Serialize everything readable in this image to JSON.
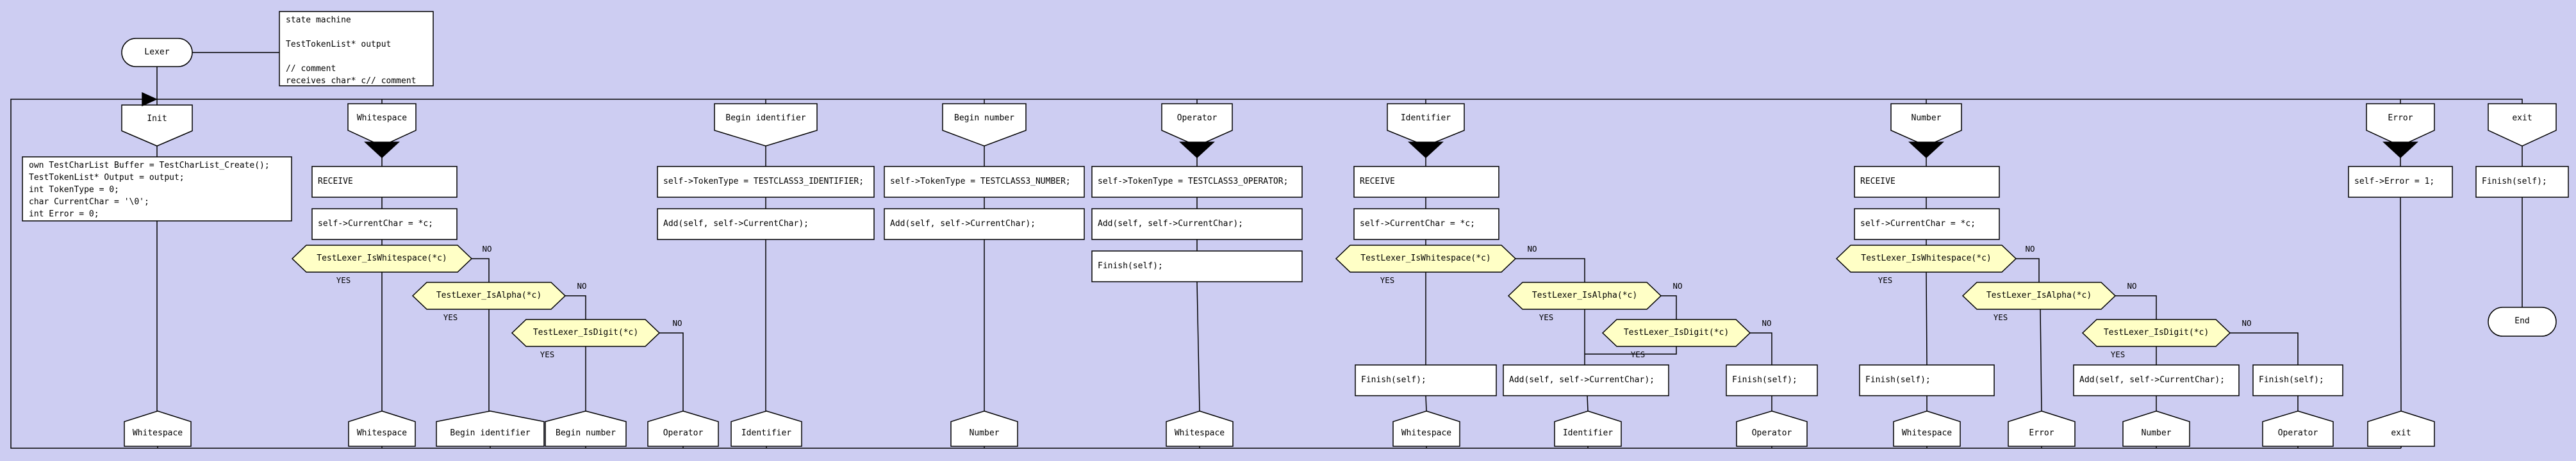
{
  "colors": {
    "background": "#cdcdf2",
    "node_fill": "#ffffff",
    "decision_fill": "#ffffc6",
    "line": "#000000",
    "arrow_fill": "#000000"
  },
  "labels": {
    "yes": "YES",
    "no": "NO"
  },
  "entry": {
    "label": "Lexer"
  },
  "end_node": {
    "label": "End"
  },
  "note": {
    "lines": [
      "state machine",
      "",
      "TestTokenList* output",
      "",
      "// comment",
      "receives char* c// comment"
    ]
  },
  "headers": {
    "init": "Init",
    "whitespace": "Whitespace",
    "begin_identifier": "Begin identifier",
    "begin_number": "Begin number",
    "operator": "Operator",
    "identifier": "Identifier",
    "number": "Number",
    "error": "Error",
    "exit": "exit"
  },
  "actions": {
    "init_code_lines": [
      "own TestCharList Buffer = TestCharList_Create();",
      "TestTokenList* Output = output;",
      "int TokenType = 0;",
      "char CurrentChar = '\\0';",
      "int Error = 0;"
    ],
    "ws_receive": "RECEIVE",
    "ws_set_char": "self->CurrentChar = *c;",
    "bi_set_type": "self->TokenType = TESTCLASS3_IDENTIFIER;",
    "bi_add": "Add(self, self->CurrentChar);",
    "bn_set_type": "self->TokenType = TESTCLASS3_NUMBER;",
    "bn_add": "Add(self, self->CurrentChar);",
    "op_set_type": "self->TokenType = TESTCLASS3_OPERATOR;",
    "op_add": "Add(self, self->CurrentChar);",
    "op_finish": "Finish(self);",
    "id_receive": "RECEIVE",
    "id_set_char": "self->CurrentChar = *c;",
    "id_finish_ws": "Finish(self);",
    "id_add": "Add(self, self->CurrentChar);",
    "id_finish_op": "Finish(self);",
    "num_receive": "RECEIVE",
    "num_set_char": "self->CurrentChar = *c;",
    "num_finish_ws": "Finish(self);",
    "num_add": "Add(self, self->CurrentChar);",
    "num_finish_op": "Finish(self);",
    "err_set": "self->Error = 1;",
    "exit_finish": "Finish(self);"
  },
  "decisions": {
    "ws_is_whitespace": "TestLexer_IsWhitespace(*c)",
    "ws_is_alpha": "TestLexer_IsAlpha(*c)",
    "ws_is_digit": "TestLexer_IsDigit(*c)",
    "id_is_whitespace": "TestLexer_IsWhitespace(*c)",
    "id_is_alpha": "TestLexer_IsAlpha(*c)",
    "id_is_digit": "TestLexer_IsDigit(*c)",
    "num_is_whitespace": "TestLexer_IsWhitespace(*c)",
    "num_is_alpha": "TestLexer_IsAlpha(*c)",
    "num_is_digit": "TestLexer_IsDigit(*c)"
  },
  "addresses": {
    "init_to": "Whitespace",
    "ws_to_ws": "Whitespace",
    "ws_to_begin_identifier": "Begin identifier",
    "ws_to_begin_number": "Begin number",
    "ws_to_operator": "Operator",
    "bi_to": "Identifier",
    "bn_to": "Number",
    "op_to": "Whitespace",
    "id_to_ws": "Whitespace",
    "id_to_id": "Identifier",
    "id_to_op": "Operator",
    "num_to_ws": "Whitespace",
    "num_to_err": "Error",
    "num_to_num": "Number",
    "num_to_op": "Operator",
    "err_to": "exit"
  }
}
